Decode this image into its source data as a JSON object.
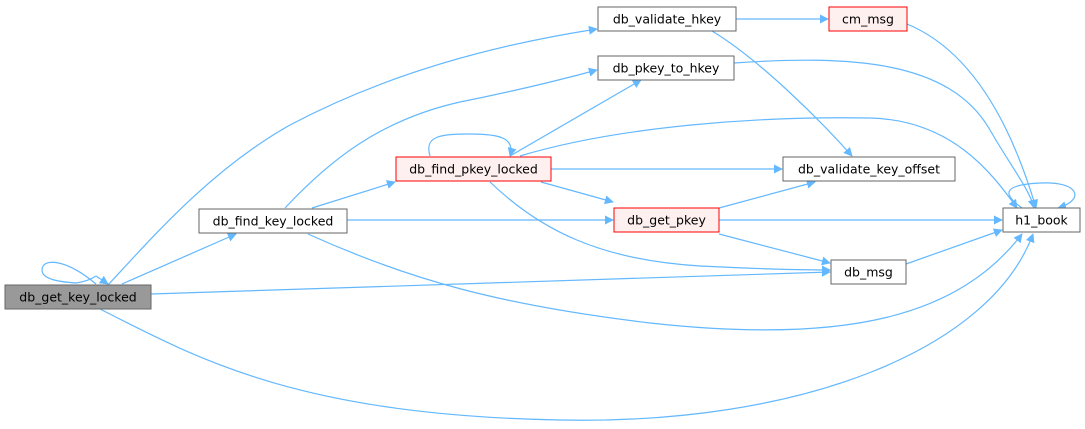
{
  "nodes": [
    {
      "id": "db_get_key_locked",
      "label": "db_get_key_locked",
      "style": "selected"
    },
    {
      "id": "db_find_key_locked",
      "label": "db_find_key_locked",
      "style": "normal"
    },
    {
      "id": "db_find_pkey_locked",
      "label": "db_find_pkey_locked",
      "style": "highlight"
    },
    {
      "id": "db_validate_hkey",
      "label": "db_validate_hkey",
      "style": "normal"
    },
    {
      "id": "db_pkey_to_hkey",
      "label": "db_pkey_to_hkey",
      "style": "normal"
    },
    {
      "id": "cm_msg",
      "label": "cm_msg",
      "style": "highlight"
    },
    {
      "id": "db_validate_key_offset",
      "label": "db_validate_key_offset",
      "style": "normal"
    },
    {
      "id": "db_get_pkey",
      "label": "db_get_pkey",
      "style": "highlight"
    },
    {
      "id": "db_msg",
      "label": "db_msg",
      "style": "normal"
    },
    {
      "id": "h1_book",
      "label": "h1_book",
      "style": "normal"
    }
  ],
  "edges": [
    {
      "from": "db_get_key_locked",
      "to": "db_get_key_locked"
    },
    {
      "from": "db_get_key_locked",
      "to": "db_find_key_locked"
    },
    {
      "from": "db_get_key_locked",
      "to": "db_validate_hkey"
    },
    {
      "from": "db_get_key_locked",
      "to": "db_msg"
    },
    {
      "from": "db_get_key_locked",
      "to": "h1_book"
    },
    {
      "from": "db_find_key_locked",
      "to": "db_find_pkey_locked"
    },
    {
      "from": "db_find_key_locked",
      "to": "db_pkey_to_hkey"
    },
    {
      "from": "db_find_key_locked",
      "to": "db_get_pkey"
    },
    {
      "from": "db_find_key_locked",
      "to": "h1_book"
    },
    {
      "from": "db_find_pkey_locked",
      "to": "db_find_pkey_locked"
    },
    {
      "from": "db_find_pkey_locked",
      "to": "db_pkey_to_hkey"
    },
    {
      "from": "db_find_pkey_locked",
      "to": "db_validate_key_offset"
    },
    {
      "from": "db_find_pkey_locked",
      "to": "db_get_pkey"
    },
    {
      "from": "db_find_pkey_locked",
      "to": "db_msg"
    },
    {
      "from": "db_find_pkey_locked",
      "to": "h1_book"
    },
    {
      "from": "db_validate_hkey",
      "to": "cm_msg"
    },
    {
      "from": "db_validate_hkey",
      "to": "db_validate_key_offset"
    },
    {
      "from": "db_pkey_to_hkey",
      "to": "h1_book"
    },
    {
      "from": "cm_msg",
      "to": "h1_book"
    },
    {
      "from": "db_get_pkey",
      "to": "db_validate_key_offset"
    },
    {
      "from": "db_get_pkey",
      "to": "h1_book"
    },
    {
      "from": "db_get_pkey",
      "to": "db_msg"
    },
    {
      "from": "db_msg",
      "to": "h1_book"
    },
    {
      "from": "h1_book",
      "to": "h1_book"
    }
  ],
  "colors": {
    "edge": "#63b8ff",
    "normal_fill": "#ffffff",
    "normal_stroke": "#666666",
    "selected_fill": "#999999",
    "selected_stroke": "#666666",
    "highlight_fill": "#fff0f0",
    "highlight_stroke": "#ff0000",
    "text": "#000000"
  }
}
